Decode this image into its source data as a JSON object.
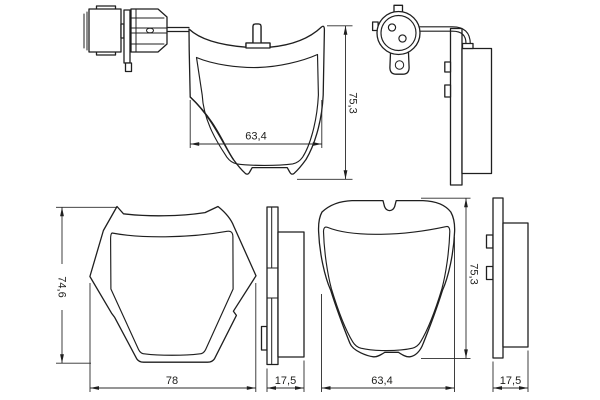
{
  "colors": {
    "background": "#ffffff",
    "line": "#1f1f1f",
    "text": "#1d1d1b"
  },
  "dimensions": {
    "top_pad_width": "63,4",
    "top_pad_height": "75,3",
    "outer_pad_height": "74,6",
    "outer_pad_width": "78",
    "outer_pad_thickness": "17,5",
    "inner_pad_width": "63,4",
    "inner_pad_height": "75,3",
    "inner_pad_thickness": "17,5"
  }
}
